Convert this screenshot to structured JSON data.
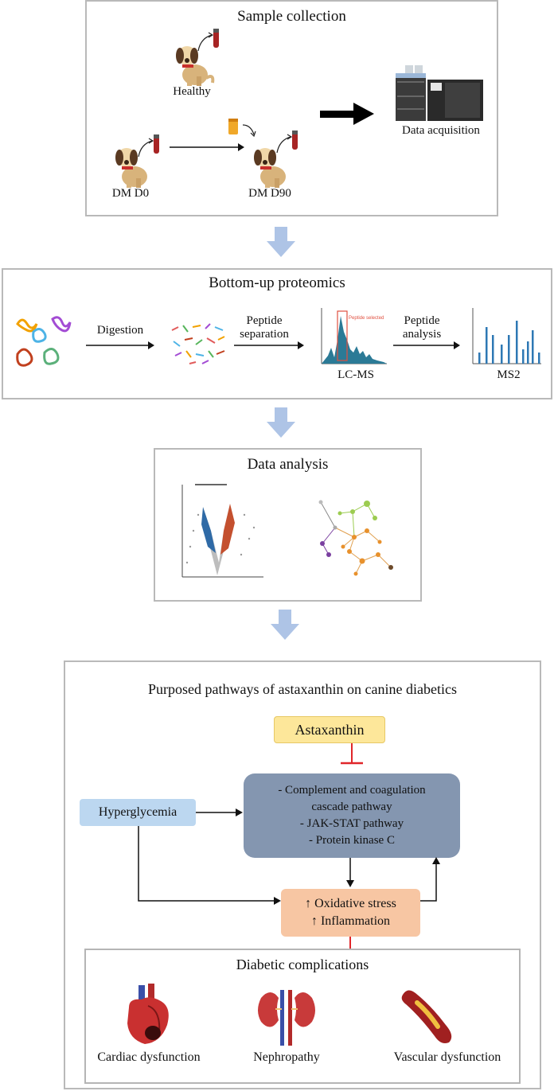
{
  "sample": {
    "title": "Sample collection",
    "healthy": "Healthy",
    "dm_d0": "DM D0",
    "dm_d90": "DM D90",
    "data_acq": "Data acquisition"
  },
  "proteomics": {
    "title": "Bottom-up proteomics",
    "digestion": "Digestion",
    "peptide_separation": "Peptide separation",
    "peptide_selected": "Peptide selected",
    "lcms": "LC-MS",
    "peptide_analysis": "Peptide analysis",
    "ms2": "MS2"
  },
  "analysis": {
    "title": "Data analysis"
  },
  "pathways": {
    "title": "Purposed pathways of astaxanthin on canine diabetics",
    "astaxanthin": "Astaxanthin",
    "hyperglycemia": "Hyperglycemia",
    "pathway_line1": "- Complement and coagulation",
    "pathway_line2": "cascade pathway",
    "pathway_line3": "- JAK-STAT pathway",
    "pathway_line4": "- Protein kinase C",
    "oxidative": "Oxidative stress",
    "inflammation": "Inflammation",
    "up_arrow": "↑"
  },
  "complications": {
    "title": "Diabetic complications",
    "cardiac": "Cardiac dysfunction",
    "nephropathy": "Nephropathy",
    "vascular": "Vascular dysfunction"
  },
  "colors": {
    "flow_arrow": "#aec4e6",
    "astaxanthin_box": "#fde79a",
    "hyperglycemia_box": "#bcd7f0",
    "pathway_box": "#8496b0",
    "stress_box": "#f7c6a3",
    "inhibit": "#e0262a",
    "ms_bars": "#2e78b4"
  }
}
